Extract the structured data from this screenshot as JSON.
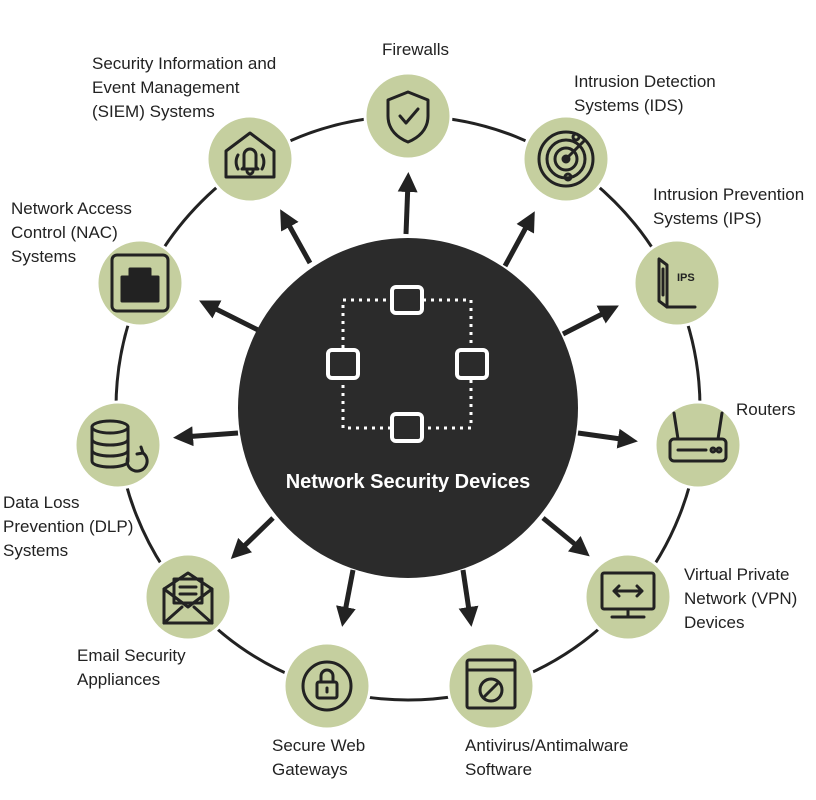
{
  "center": {
    "title": "Network Security Devices"
  },
  "colors": {
    "circle_fill": "#c5cf9f",
    "center_fill": "#2b2b2b",
    "stroke": "#222222",
    "center_text": "#ffffff"
  },
  "nodes": [
    {
      "label": "Firewalls",
      "icon": "shield-check-icon"
    },
    {
      "label": "Intrusion Detection\nSystems (IDS)",
      "icon": "radar-icon"
    },
    {
      "label": "Intrusion Prevention\nSystems (IPS)",
      "icon": "ips-monitor-icon",
      "icon_text": "IPS"
    },
    {
      "label": "Routers",
      "icon": "router-icon"
    },
    {
      "label": "Virtual Private\nNetwork (VPN)\nDevices",
      "icon": "vpn-monitor-icon"
    },
    {
      "label": "Antivirus/Antimalware\nSoftware",
      "icon": "blocked-window-icon"
    },
    {
      "label": "Secure Web\nGateways",
      "icon": "padlock-icon"
    },
    {
      "label": "Email Security\nAppliances",
      "icon": "envelope-icon"
    },
    {
      "label": "Data Loss\nPrevention (DLP)\nSystems",
      "icon": "database-sync-icon"
    },
    {
      "label": "Network Access\nControl (NAC)\nSystems",
      "icon": "ethernet-port-icon"
    },
    {
      "label": "Security Information and\nEvent Management\n(SIEM) Systems",
      "icon": "alarm-bell-icon"
    }
  ]
}
